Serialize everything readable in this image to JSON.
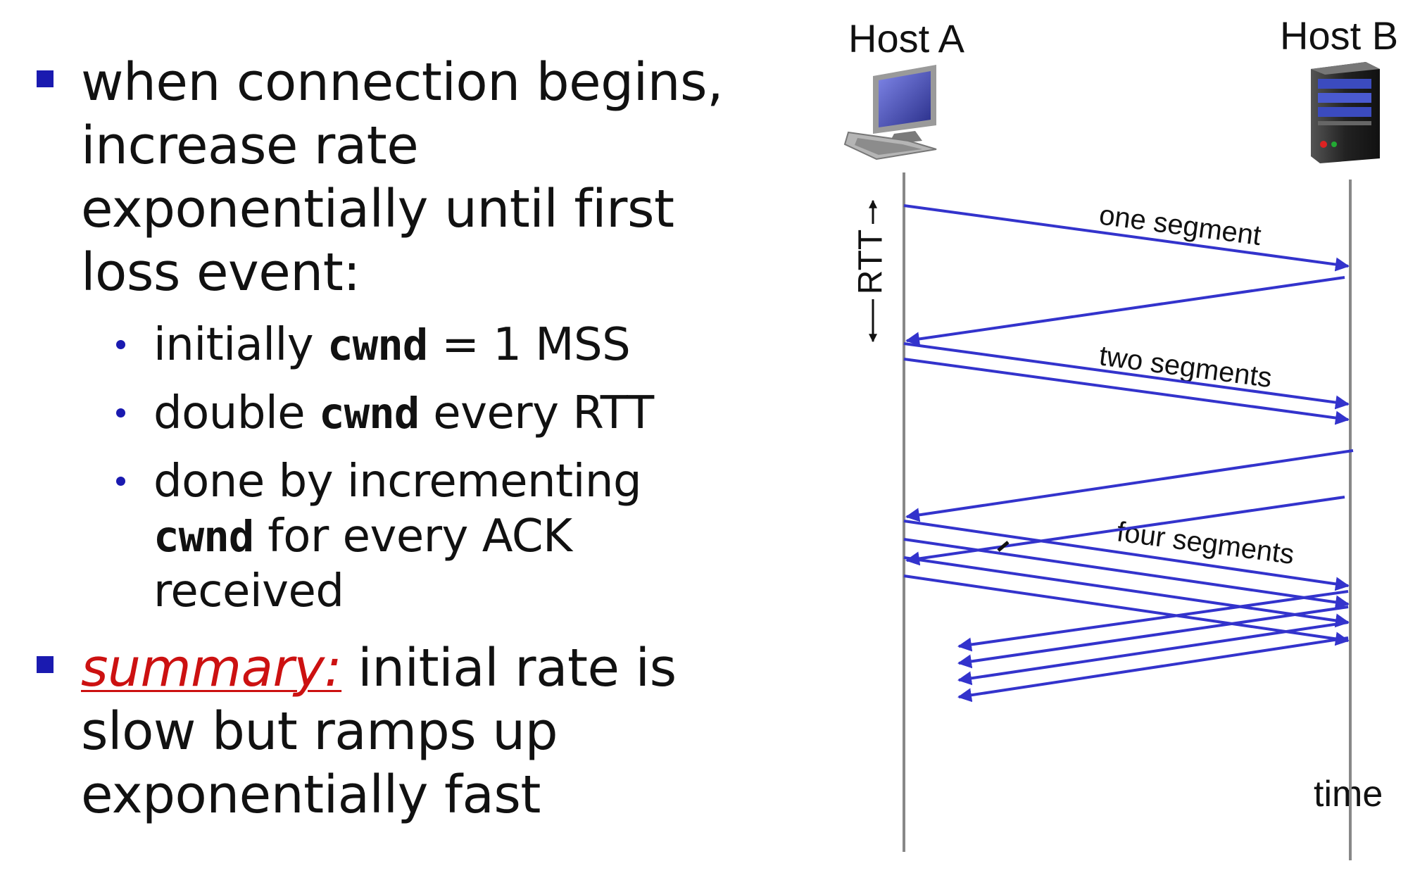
{
  "bullets": [
    {
      "lines": [
        "when connection begins,",
        "increase rate",
        "exponentially until first",
        "loss event:"
      ]
    }
  ],
  "sub_bullets": [
    {
      "pre": "initially ",
      "code": "cwnd",
      "post": " = 1 MSS"
    },
    {
      "pre": "double ",
      "code": "cwnd",
      "post": " every RTT"
    },
    {
      "line1": "done by incrementing",
      "code": "cwnd",
      "post": " for every ACK",
      "line3": "received"
    }
  ],
  "summary": {
    "label": "summary:",
    "rest_line1": " initial rate is",
    "line2": "slow but ramps up",
    "line3": "exponentially fast"
  },
  "diagram": {
    "host_a": "Host A",
    "host_b": "Host B",
    "rtt_label": "RTT",
    "time_label": "time",
    "segment_labels": [
      "one segment",
      "two segments",
      "four segments"
    ],
    "arrow_color": "#3333cc",
    "timeline_color": "#888888",
    "icons": [
      "desktop-computer-icon",
      "server-tower-icon"
    ]
  }
}
